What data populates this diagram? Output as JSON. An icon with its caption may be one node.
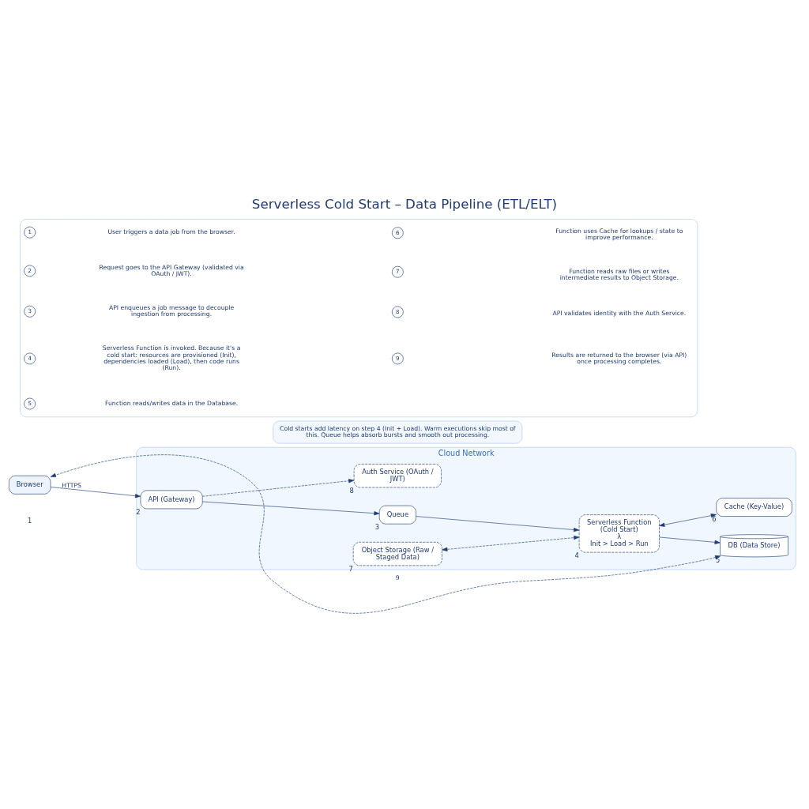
{
  "diagram": {
    "title": "Serverless Cold Start – Data Pipeline (ETL/ELT)",
    "nodes": [
      {
        "text": [
          "Cloud Network"
        ]
      },
      {
        "text": [
          "Browser"
        ]
      },
      {
        "text": [
          "API (Gateway)"
        ],
        "in": 0,
        "beside": [
          "2"
        ]
      },
      {
        "text": [
          "Queue"
        ],
        "in": 0,
        "beside": [
          "3"
        ]
      },
      {
        "text": [
          "Serverless Function (Cold Start)",
          "λ",
          "Init > Load > Run"
        ],
        "in": 0,
        "beside": [
          "4"
        ]
      },
      {
        "text": [
          "DB (Data Store)"
        ],
        "in": 0,
        "beside": [
          "5"
        ]
      },
      {
        "text": [
          "Auth Service (OAuth / JWT)"
        ],
        "in": 0,
        "beside": [
          "8"
        ]
      },
      {
        "text": [
          "Object Storage (Raw / Staged Data)"
        ],
        "in": 0,
        "beside": [
          "7"
        ]
      },
      {
        "text": [
          "Cache (Key-Value)"
        ],
        "in": 0,
        "beside": [
          "6"
        ]
      },
      {
        "text": [],
        "shape": "box"
      }
    ],
    "edges": [
      {
        "from": 1,
        "to": 2,
        "arrow": "to",
        "label": "HTTPS"
      },
      {
        "from": 2,
        "to": 3,
        "arrow": "to"
      },
      {
        "from": 3,
        "to": 4,
        "arrow": "to"
      },
      {
        "from": 4,
        "to": 5,
        "arrow": "to"
      },
      {
        "from": 2,
        "to": 6,
        "arrow": "to",
        "style": "dashed"
      },
      {
        "from": 7,
        "to": 4,
        "arrow": "both",
        "style": "dashed"
      },
      {
        "from": 4,
        "to": 8,
        "arrow": "both"
      },
      {
        "from": 5,
        "to": 1,
        "arrow": "both",
        "style": "dashed",
        "label": "9"
      }
    ],
    "labels": [
      "1",
      "1",
      "User triggers a data job from the browser.",
      "2",
      "Request goes to the API Gateway (validated via OAuth / JWT).",
      "3",
      "API enqueues a job message to decouple ingestion from processing.",
      "4",
      "Serverless Function is invoked. Because it's a cold start: resources are provisioned (Init), dependencies loaded (Load), then code runs (Run).",
      "5",
      "Function reads/writes data in the Database.",
      "6",
      "Function uses Cache for lookups / state to improve performance.",
      "7",
      "Function reads raw files or writes intermediate results to Object Storage.",
      "8",
      "API validates identity with the Auth Service.",
      "9",
      "Results are returned to the browser (via API) once processing completes.",
      "Cold starts add latency on step 4 (Init + Load). Warm executions skip most of this. Queue helps absorb bursts and smooth out processing."
    ]
  }
}
